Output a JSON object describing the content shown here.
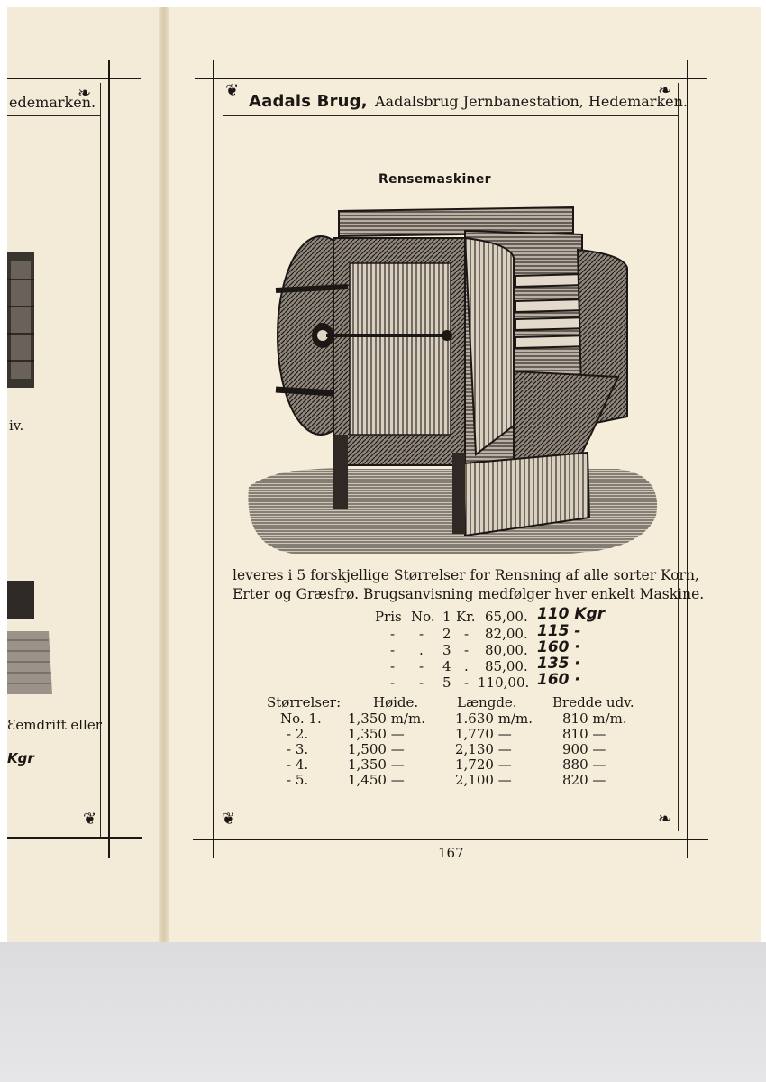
{
  "left_page": {
    "header_fragment": "edemarken.",
    "text_fragment": "iv.",
    "bottom_text": "Ɛemdrift    eller",
    "handwritten": "Kgr"
  },
  "header": {
    "brand": "Aadals Brug,",
    "rest": "Aadalsbrug Jernbanestation, Hedemarken."
  },
  "title": "Rensemaskiner",
  "description": [
    "leveres i 5 forskjellige Størrelser for Rensning af alle sorter Korn,",
    "Erter og Græsfrø. Brugsanvisning medfølger hver enkelt Maskine."
  ],
  "prices": [
    {
      "col1": "Pris",
      "col2": "No.",
      "num": "1",
      "kr": "Kr.",
      "price": "65,00.",
      "handwritten": "110 Kgr"
    },
    {
      "col1": "-",
      "col2": "-",
      "num": "2",
      "kr": "-",
      "price": "82,00.",
      "handwritten": "115 -"
    },
    {
      "col1": "-",
      "col2": ".",
      "num": "3",
      "kr": "-",
      "price": "80,00.",
      "handwritten": "160 ·"
    },
    {
      "col1": "-",
      "col2": "-",
      "num": "4",
      "kr": ".",
      "price": "85,00.",
      "handwritten": "135 ·"
    },
    {
      "col1": "-",
      "col2": "-",
      "num": "5",
      "kr": "-",
      "price": "110,00.",
      "handwritten": "160 ·"
    }
  ],
  "sizes": {
    "headers": [
      "Størrelser:",
      "Høide.",
      "Længde.",
      "Bredde udv."
    ],
    "rows": [
      [
        "No. 1.",
        "1,350 m/m.",
        "1.630 m/m.",
        "810 m/m."
      ],
      [
        "-   2.",
        "1,350 —",
        "1,770 —",
        "810 —"
      ],
      [
        "-   3.",
        "1,500 —",
        "2,130 —",
        "900 —"
      ],
      [
        "-   4.",
        "1,350 —",
        "1,720 —",
        "880 —"
      ],
      [
        "-   5.",
        "1,450 —",
        "2,100 —",
        "820 —"
      ]
    ]
  },
  "page_number": "167",
  "colors": {
    "paper": "#f5ecd9",
    "ink": "#1b1714",
    "scan_bg": "#dcdcde"
  }
}
